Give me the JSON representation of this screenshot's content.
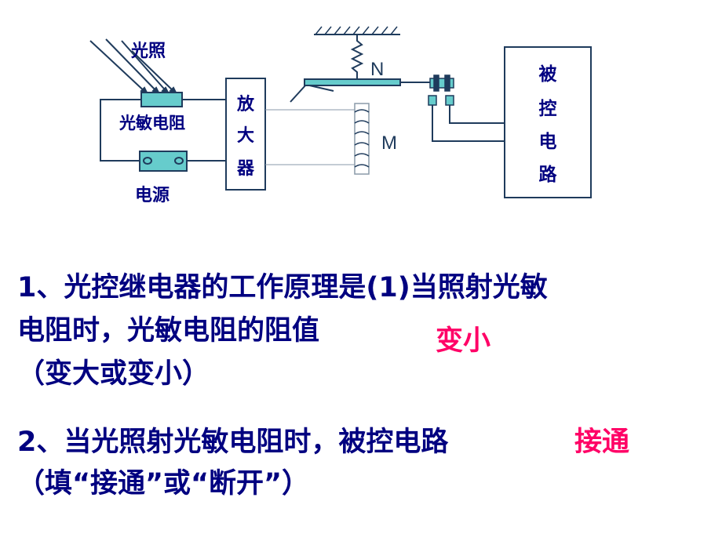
{
  "diagram": {
    "light_label": "光照",
    "photoresistor_label": "光敏电阻",
    "power_label": "电源",
    "amplifier_label": [
      "放",
      "大",
      "器"
    ],
    "spring_label": "N",
    "electromagnet_label": "M",
    "controlled_circuit_label": [
      "被",
      "控",
      "电",
      "路"
    ]
  },
  "questions": {
    "q1_line1": "1、光控继电器的工作原理是(1)当照射光敏",
    "q1_line2": "电阻时，光敏电阻的阻值",
    "q1_answer": "变小",
    "q1_line3": "（变大或变小）",
    "q2_line1": "2、当光照射光敏电阻时，被控电路",
    "q2_answer": "接通",
    "q2_line2": "（填“接通”或“断开”）"
  },
  "colors": {
    "line": "#1f3b5c",
    "box_fill": "#66cccc",
    "label_text": "#000080",
    "answer_text": "#ff0066"
  }
}
